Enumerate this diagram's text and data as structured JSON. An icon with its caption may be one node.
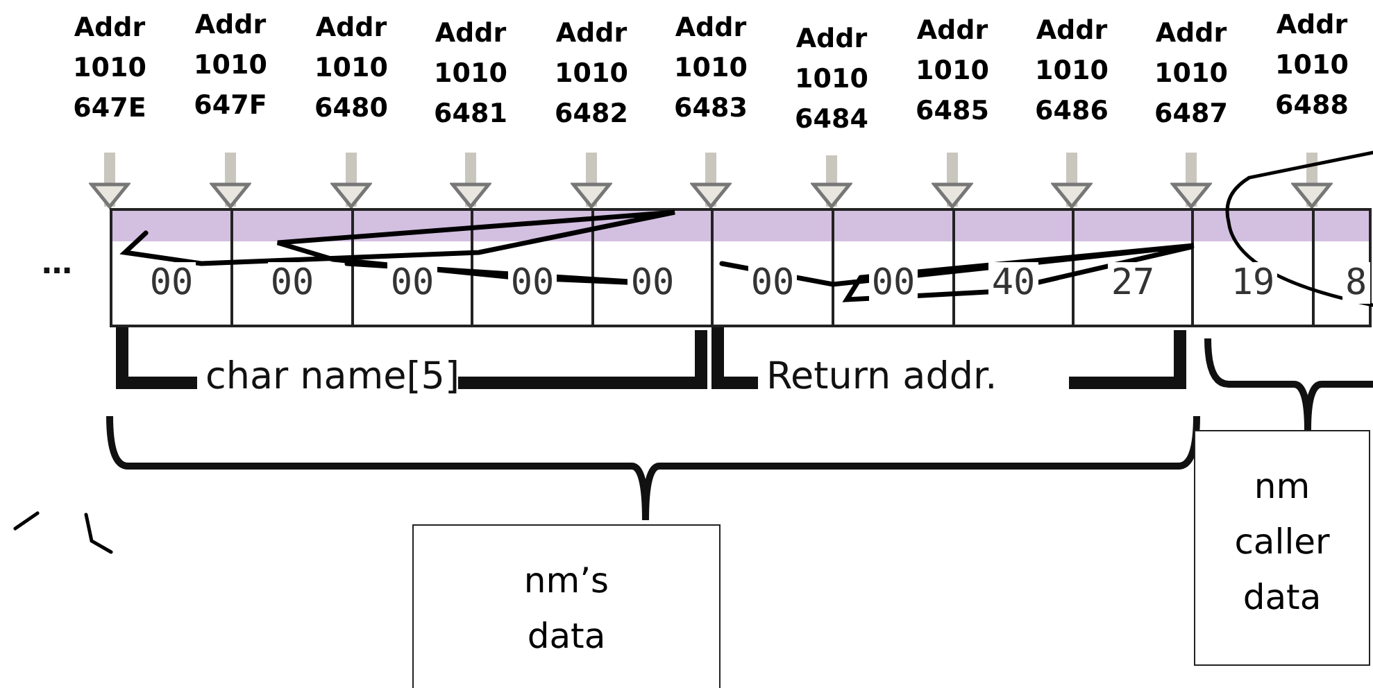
{
  "diagram": {
    "nodes": [
      {
        "text": [
          "Addr 1010 647E"
        ]
      },
      {
        "text": [
          "Addr 1010 647F"
        ]
      },
      {
        "text": [
          "Addr 1010 6480"
        ]
      },
      {
        "text": [
          "Addr 1010 6481"
        ]
      },
      {
        "text": [
          "Addr 1010 6482"
        ]
      },
      {
        "text": [
          "Addr 1010 6483"
        ]
      },
      {
        "text": [
          "Addr 1010 6484"
        ]
      },
      {
        "text": [
          "Addr 1010 6485"
        ]
      },
      {
        "text": [
          "Addr 1010 6486"
        ]
      },
      {
        "text": [
          "Addr 1010 6487"
        ]
      },
      {
        "text": [
          "Addr 1010 6488"
        ]
      },
      {
        "text": [
          "00"
        ]
      },
      {
        "text": [
          "00"
        ]
      },
      {
        "text": [
          "00"
        ]
      },
      {
        "text": [
          "00"
        ]
      },
      {
        "text": [
          "00"
        ]
      },
      {
        "text": [
          "00"
        ]
      },
      {
        "text": [
          "00"
        ]
      },
      {
        "text": [
          "40"
        ]
      },
      {
        "text": [
          "27"
        ]
      },
      {
        "text": [
          "19"
        ]
      },
      {
        "text": [
          "8"
        ]
      },
      {
        "text": [
          "nm’s data"
        ]
      },
      {
        "text": [
          "nm caller data"
        ]
      }
    ],
    "edges": [
      {
        "from": 0,
        "to": 11,
        "arrow": "to"
      },
      {
        "from": 1,
        "to": 12,
        "arrow": "to"
      },
      {
        "from": 2,
        "to": 13,
        "arrow": "to"
      },
      {
        "from": 3,
        "to": 14,
        "arrow": "to"
      },
      {
        "from": 4,
        "to": 15,
        "arrow": "to"
      },
      {
        "from": 5,
        "to": 16,
        "arrow": "to"
      },
      {
        "from": 6,
        "to": 17,
        "arrow": "to"
      },
      {
        "from": 7,
        "to": 18,
        "arrow": "to"
      },
      {
        "from": 8,
        "to": 19,
        "arrow": "to"
      },
      {
        "from": 9,
        "to": 20,
        "arrow": "to"
      },
      {
        "from": 10,
        "to": 21,
        "arrow": "to"
      }
    ],
    "labels": [
      "…",
      "char name[5]",
      "Return addr."
    ]
  }
}
